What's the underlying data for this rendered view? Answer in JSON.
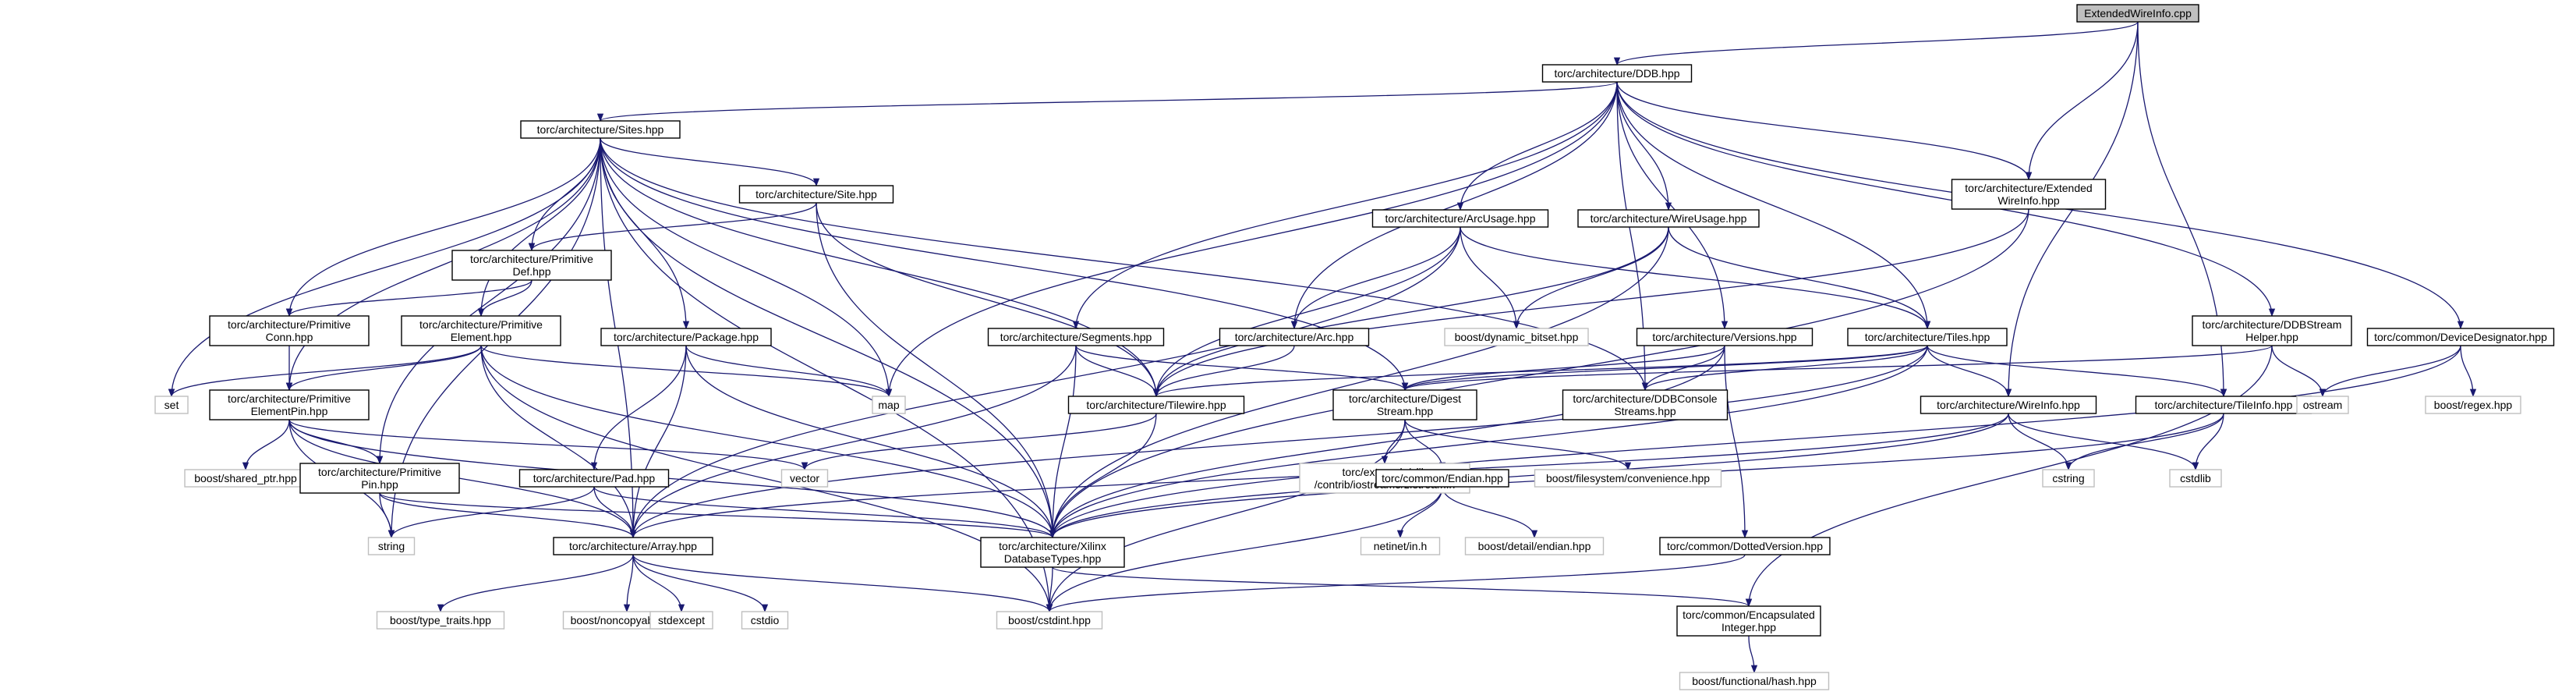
{
  "diagram": {
    "type": "include-dependency-graph",
    "colors": {
      "edge": "#191970",
      "node_border": "#000000",
      "external_border": "#bfbfbf",
      "root_fill": "#bfbfbf",
      "node_fill": "#ffffff",
      "text": "#000000"
    },
    "nodes": [
      {
        "id": "n0",
        "lines": [
          "ExtendedWireInfo.cpp"
        ],
        "kind": "root"
      },
      {
        "id": "n1",
        "lines": [
          "torc/architecture/DDB.hpp"
        ],
        "kind": "internal"
      },
      {
        "id": "n2",
        "lines": [
          "torc/architecture/Sites.hpp"
        ],
        "kind": "internal"
      },
      {
        "id": "n3",
        "lines": [
          "torc/architecture/Extended",
          "WireInfo.hpp"
        ],
        "kind": "internal"
      },
      {
        "id": "n4",
        "lines": [
          "torc/architecture/Site.hpp"
        ],
        "kind": "internal"
      },
      {
        "id": "n5",
        "lines": [
          "torc/architecture/Primitive",
          "Def.hpp"
        ],
        "kind": "internal"
      },
      {
        "id": "n6",
        "lines": [
          "torc/architecture/ArcUsage.hpp"
        ],
        "kind": "internal"
      },
      {
        "id": "n7",
        "lines": [
          "torc/architecture/WireUsage.hpp"
        ],
        "kind": "internal"
      },
      {
        "id": "n8",
        "lines": [
          "torc/architecture/Primitive",
          "Conn.hpp"
        ],
        "kind": "internal"
      },
      {
        "id": "n9",
        "lines": [
          "torc/architecture/Primitive",
          "Element.hpp"
        ],
        "kind": "internal"
      },
      {
        "id": "n10",
        "lines": [
          "torc/architecture/Package.hpp"
        ],
        "kind": "internal"
      },
      {
        "id": "n11",
        "lines": [
          "torc/architecture/Segments.hpp"
        ],
        "kind": "internal"
      },
      {
        "id": "n12",
        "lines": [
          "torc/architecture/Arc.hpp"
        ],
        "kind": "internal"
      },
      {
        "id": "n13",
        "lines": [
          "boost/dynamic_bitset.hpp"
        ],
        "kind": "external"
      },
      {
        "id": "n14",
        "lines": [
          "torc/architecture/Versions.hpp"
        ],
        "kind": "internal"
      },
      {
        "id": "n15",
        "lines": [
          "torc/architecture/Tiles.hpp"
        ],
        "kind": "internal"
      },
      {
        "id": "n16",
        "lines": [
          "torc/architecture/DDBStream",
          "Helper.hpp"
        ],
        "kind": "internal"
      },
      {
        "id": "n17",
        "lines": [
          "torc/common/DeviceDesignator.hpp"
        ],
        "kind": "internal"
      },
      {
        "id": "n18",
        "lines": [
          "set"
        ],
        "kind": "external"
      },
      {
        "id": "n19",
        "lines": [
          "torc/architecture/Primitive",
          "ElementPin.hpp"
        ],
        "kind": "internal"
      },
      {
        "id": "n20",
        "lines": [
          "map"
        ],
        "kind": "external"
      },
      {
        "id": "n21",
        "lines": [
          "torc/architecture/Tilewire.hpp"
        ],
        "kind": "internal"
      },
      {
        "id": "n22",
        "lines": [
          "torc/architecture/Digest",
          "Stream.hpp"
        ],
        "kind": "internal"
      },
      {
        "id": "n23",
        "lines": [
          "torc/architecture/DDBConsole",
          "Streams.hpp"
        ],
        "kind": "internal"
      },
      {
        "id": "n24",
        "lines": [
          "torc/architecture/WireInfo.hpp"
        ],
        "kind": "internal"
      },
      {
        "id": "n25",
        "lines": [
          "torc/architecture/TileInfo.hpp"
        ],
        "kind": "internal"
      },
      {
        "id": "n26",
        "lines": [
          "ostream"
        ],
        "kind": "external"
      },
      {
        "id": "n27",
        "lines": [
          "boost/regex.hpp"
        ],
        "kind": "external"
      },
      {
        "id": "n28",
        "lines": [
          "boost/shared_ptr.hpp"
        ],
        "kind": "external"
      },
      {
        "id": "n29",
        "lines": [
          "vector"
        ],
        "kind": "external"
      },
      {
        "id": "n30",
        "lines": [
          "torc/architecture/Primitive",
          "Pin.hpp"
        ],
        "kind": "internal"
      },
      {
        "id": "n31",
        "lines": [
          "torc/architecture/Pad.hpp"
        ],
        "kind": "internal"
      },
      {
        "id": "n32",
        "lines": [
          "torc/externals/zlib",
          "/contrib/iostream3/zfstream.h"
        ],
        "kind": "external"
      },
      {
        "id": "n33",
        "lines": [
          "torc/common/Endian.hpp"
        ],
        "kind": "internal"
      },
      {
        "id": "n34",
        "lines": [
          "boost/filesystem/convenience.hpp"
        ],
        "kind": "external"
      },
      {
        "id": "n35",
        "lines": [
          "cstring"
        ],
        "kind": "external"
      },
      {
        "id": "n36",
        "lines": [
          "cstdlib"
        ],
        "kind": "external"
      },
      {
        "id": "n37",
        "lines": [
          "string"
        ],
        "kind": "external"
      },
      {
        "id": "n38",
        "lines": [
          "torc/architecture/Array.hpp"
        ],
        "kind": "internal"
      },
      {
        "id": "n39",
        "lines": [
          "torc/architecture/Xilinx",
          "DatabaseTypes.hpp"
        ],
        "kind": "internal"
      },
      {
        "id": "n40",
        "lines": [
          "netinet/in.h"
        ],
        "kind": "external"
      },
      {
        "id": "n41",
        "lines": [
          "boost/detail/endian.hpp"
        ],
        "kind": "external"
      },
      {
        "id": "n42",
        "lines": [
          "torc/common/DottedVersion.hpp"
        ],
        "kind": "internal"
      },
      {
        "id": "n43",
        "lines": [
          "boost/type_traits.hpp"
        ],
        "kind": "external"
      },
      {
        "id": "n44",
        "lines": [
          "boost/noncopyable.hpp"
        ],
        "kind": "external"
      },
      {
        "id": "n45",
        "lines": [
          "stdexcept"
        ],
        "kind": "external"
      },
      {
        "id": "n46",
        "lines": [
          "cstdio"
        ],
        "kind": "external"
      },
      {
        "id": "n47",
        "lines": [
          "boost/cstdint.hpp"
        ],
        "kind": "external"
      },
      {
        "id": "n48",
        "lines": [
          "torc/common/Encapsulated",
          "Integer.hpp"
        ],
        "kind": "internal"
      },
      {
        "id": "n49",
        "lines": [
          "boost/functional/hash.hpp"
        ],
        "kind": "external"
      }
    ],
    "edges": [
      [
        "n0",
        "n1"
      ],
      [
        "n0",
        "n3"
      ],
      [
        "n0",
        "n24"
      ],
      [
        "n0",
        "n25"
      ],
      [
        "n1",
        "n2"
      ],
      [
        "n1",
        "n3"
      ],
      [
        "n1",
        "n6"
      ],
      [
        "n1",
        "n7"
      ],
      [
        "n1",
        "n11"
      ],
      [
        "n1",
        "n12"
      ],
      [
        "n1",
        "n14"
      ],
      [
        "n1",
        "n15"
      ],
      [
        "n1",
        "n16"
      ],
      [
        "n1",
        "n17"
      ],
      [
        "n1",
        "n20"
      ],
      [
        "n1",
        "n23"
      ],
      [
        "n2",
        "n4"
      ],
      [
        "n2",
        "n5"
      ],
      [
        "n2",
        "n8"
      ],
      [
        "n2",
        "n9"
      ],
      [
        "n2",
        "n10"
      ],
      [
        "n2",
        "n18"
      ],
      [
        "n2",
        "n19"
      ],
      [
        "n2",
        "n20"
      ],
      [
        "n2",
        "n21"
      ],
      [
        "n2",
        "n22"
      ],
      [
        "n2",
        "n23"
      ],
      [
        "n2",
        "n30"
      ],
      [
        "n2",
        "n37"
      ],
      [
        "n2",
        "n38"
      ],
      [
        "n2",
        "n39"
      ],
      [
        "n2",
        "n47"
      ],
      [
        "n3",
        "n21"
      ],
      [
        "n3",
        "n39"
      ],
      [
        "n4",
        "n5"
      ],
      [
        "n4",
        "n21"
      ],
      [
        "n4",
        "n39"
      ],
      [
        "n5",
        "n8"
      ],
      [
        "n5",
        "n9"
      ],
      [
        "n6",
        "n12"
      ],
      [
        "n6",
        "n13"
      ],
      [
        "n6",
        "n15"
      ],
      [
        "n6",
        "n21"
      ],
      [
        "n6",
        "n38"
      ],
      [
        "n7",
        "n13"
      ],
      [
        "n7",
        "n15"
      ],
      [
        "n7",
        "n21"
      ],
      [
        "n7",
        "n39"
      ],
      [
        "n8",
        "n19"
      ],
      [
        "n9",
        "n18"
      ],
      [
        "n9",
        "n19"
      ],
      [
        "n9",
        "n20"
      ],
      [
        "n9",
        "n38"
      ],
      [
        "n9",
        "n39"
      ],
      [
        "n9",
        "n47"
      ],
      [
        "n10",
        "n20"
      ],
      [
        "n10",
        "n31"
      ],
      [
        "n10",
        "n38"
      ],
      [
        "n10",
        "n39"
      ],
      [
        "n11",
        "n21"
      ],
      [
        "n11",
        "n22"
      ],
      [
        "n11",
        "n38"
      ],
      [
        "n11",
        "n39"
      ],
      [
        "n12",
        "n21"
      ],
      [
        "n14",
        "n22"
      ],
      [
        "n14",
        "n23"
      ],
      [
        "n14",
        "n39"
      ],
      [
        "n14",
        "n42"
      ],
      [
        "n15",
        "n21"
      ],
      [
        "n15",
        "n22"
      ],
      [
        "n15",
        "n23"
      ],
      [
        "n15",
        "n24"
      ],
      [
        "n15",
        "n25"
      ],
      [
        "n15",
        "n38"
      ],
      [
        "n15",
        "n39"
      ],
      [
        "n16",
        "n22"
      ],
      [
        "n16",
        "n26"
      ],
      [
        "n16",
        "n48"
      ],
      [
        "n17",
        "n26"
      ],
      [
        "n17",
        "n27"
      ],
      [
        "n17",
        "n39"
      ],
      [
        "n19",
        "n28"
      ],
      [
        "n19",
        "n29"
      ],
      [
        "n19",
        "n30"
      ],
      [
        "n19",
        "n37"
      ],
      [
        "n19",
        "n38"
      ],
      [
        "n19",
        "n39"
      ],
      [
        "n21",
        "n29"
      ],
      [
        "n21",
        "n39"
      ],
      [
        "n22",
        "n32"
      ],
      [
        "n22",
        "n33"
      ],
      [
        "n22",
        "n34"
      ],
      [
        "n22",
        "n47"
      ],
      [
        "n24",
        "n35"
      ],
      [
        "n24",
        "n36"
      ],
      [
        "n24",
        "n38"
      ],
      [
        "n24",
        "n39"
      ],
      [
        "n25",
        "n35"
      ],
      [
        "n25",
        "n36"
      ],
      [
        "n25",
        "n39"
      ],
      [
        "n30",
        "n37"
      ],
      [
        "n30",
        "n38"
      ],
      [
        "n30",
        "n39"
      ],
      [
        "n31",
        "n37"
      ],
      [
        "n31",
        "n38"
      ],
      [
        "n31",
        "n39"
      ],
      [
        "n33",
        "n40"
      ],
      [
        "n33",
        "n41"
      ],
      [
        "n33",
        "n47"
      ],
      [
        "n38",
        "n43"
      ],
      [
        "n38",
        "n44"
      ],
      [
        "n38",
        "n45"
      ],
      [
        "n38",
        "n46"
      ],
      [
        "n38",
        "n47"
      ],
      [
        "n39",
        "n47"
      ],
      [
        "n39",
        "n48"
      ],
      [
        "n42",
        "n47"
      ],
      [
        "n48",
        "n49"
      ]
    ]
  }
}
